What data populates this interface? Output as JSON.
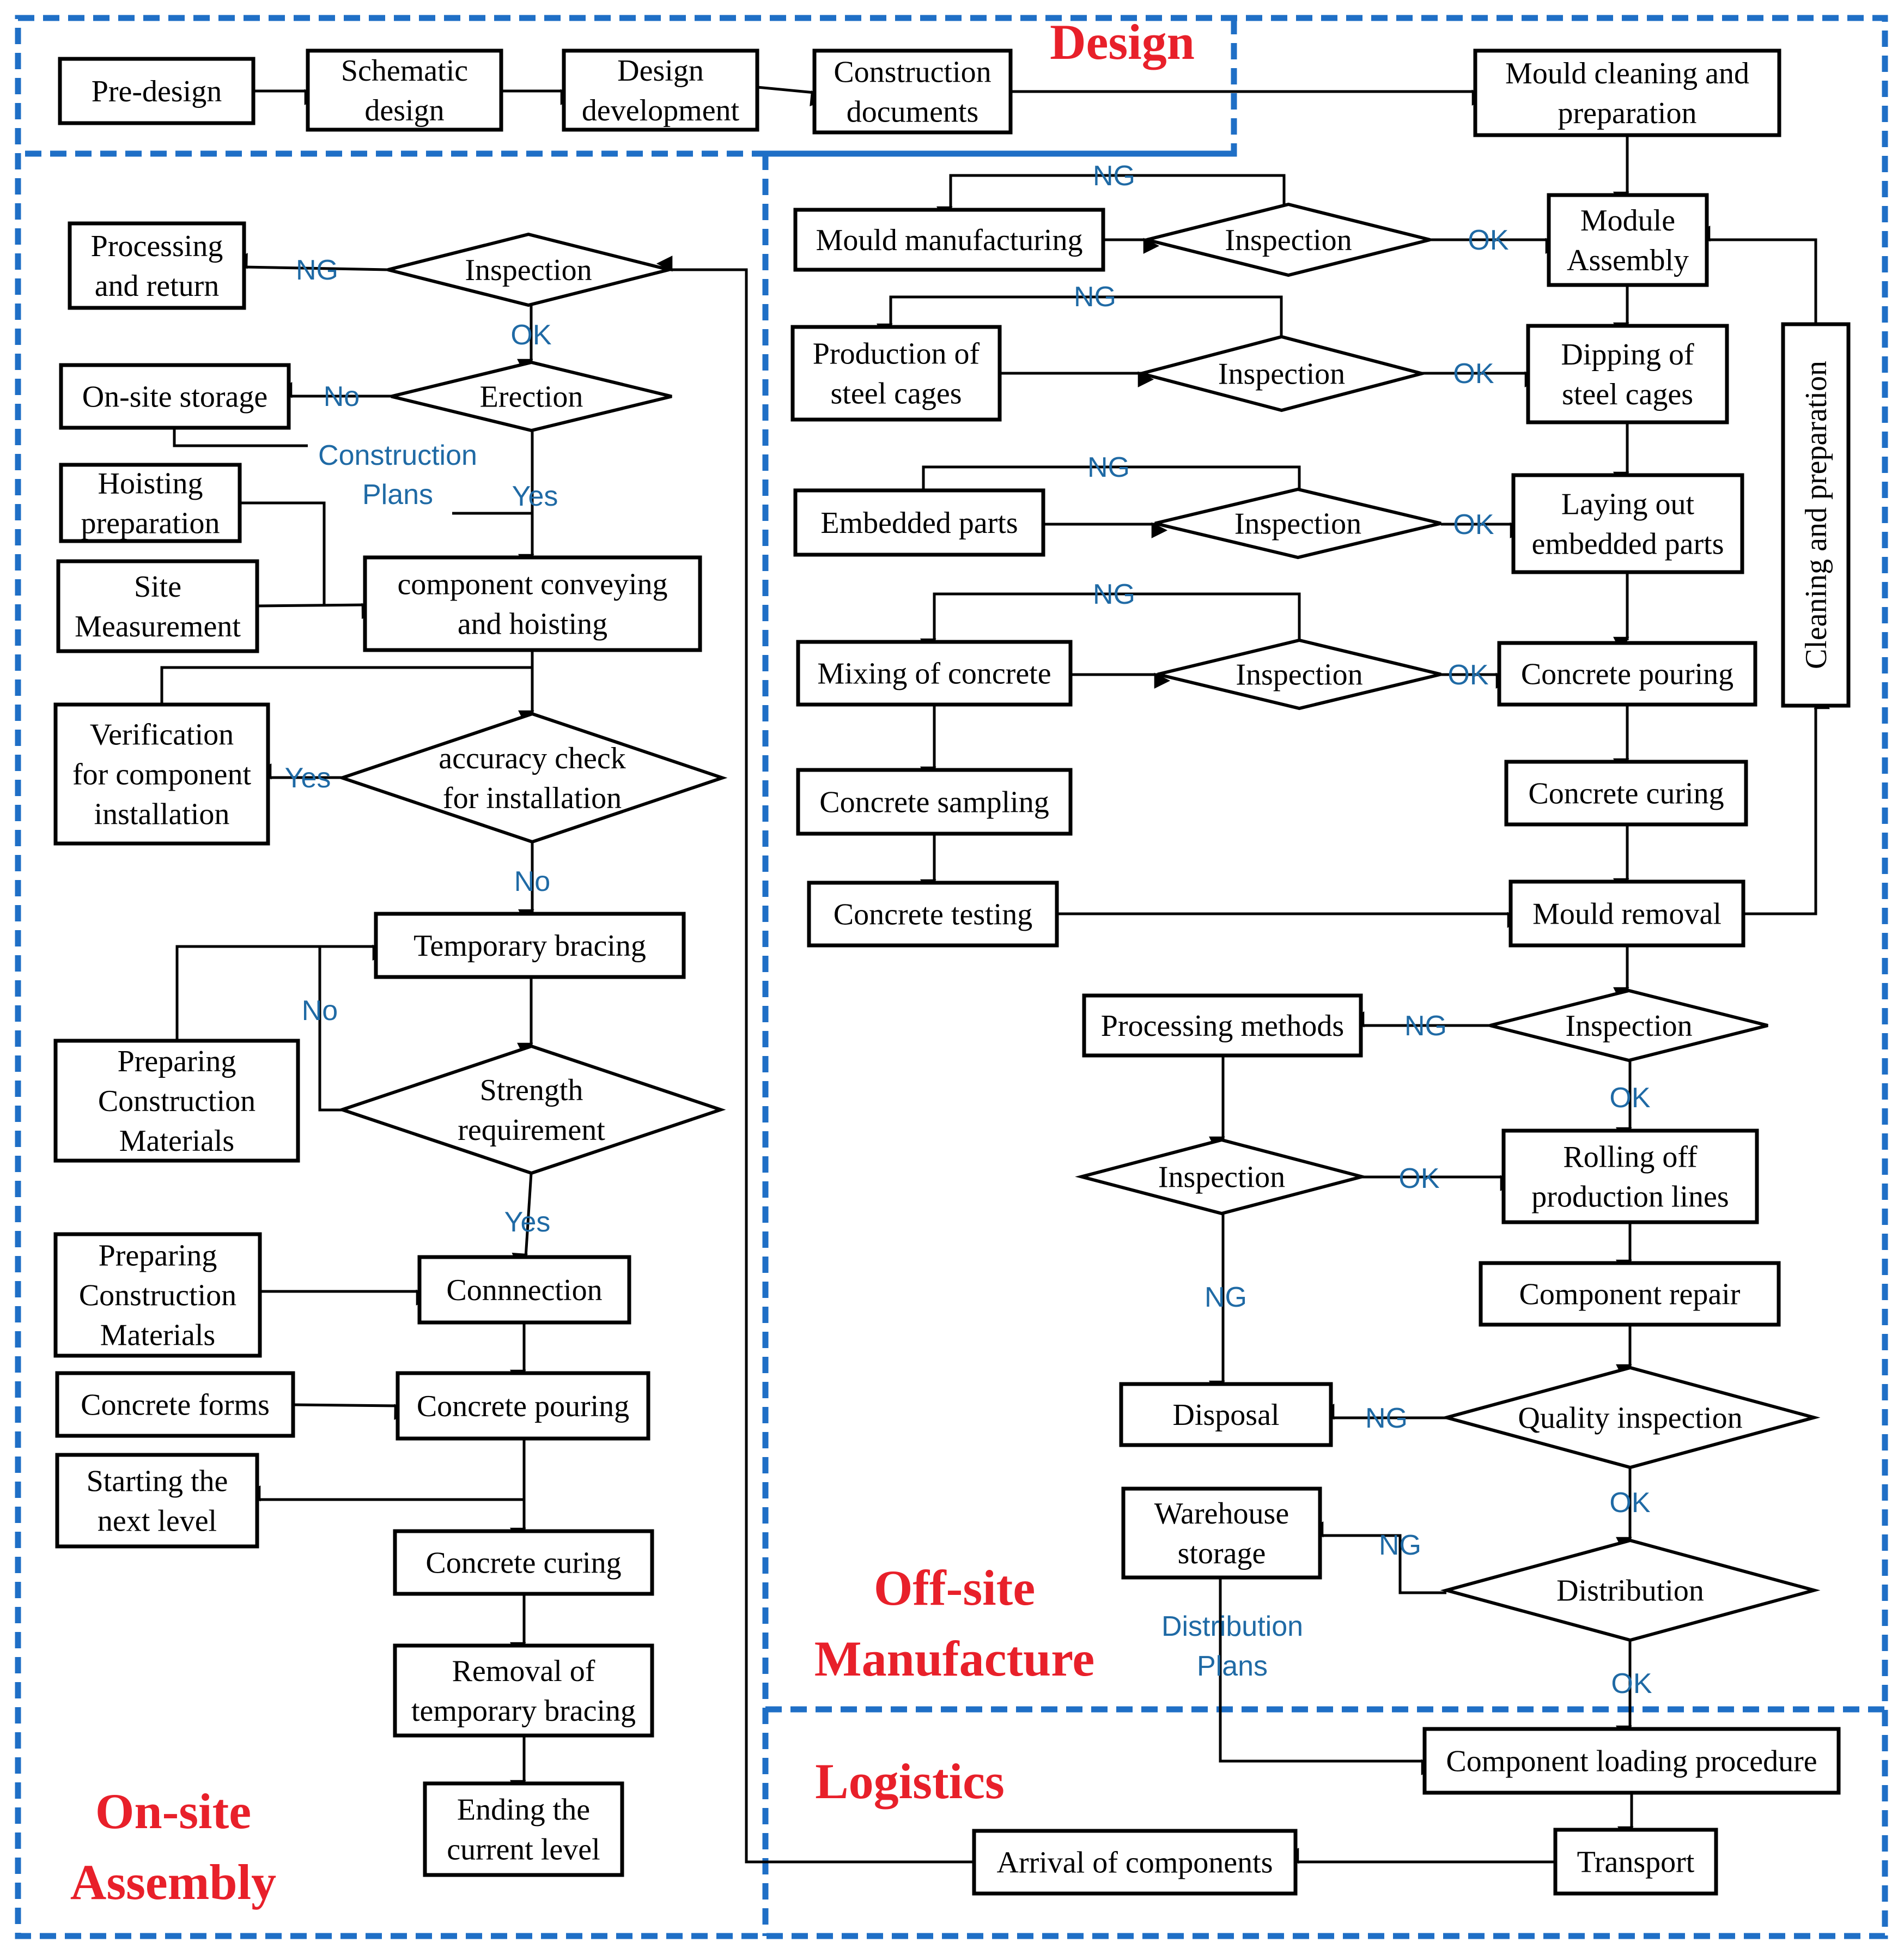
{
  "sections": {
    "design": "Design",
    "offsite_1": "Off-site",
    "offsite_2": "Manufacture",
    "logistics": "Logistics",
    "onsite_1": "On-site",
    "onsite_2": "Assembly"
  },
  "nodes": {
    "predesign": [
      "Pre-design"
    ],
    "schematic": [
      "Schematic",
      "design"
    ],
    "designdev": [
      "Design",
      "development"
    ],
    "constdocs": [
      "Construction",
      "documents"
    ],
    "mouldclean": [
      "Mould cleaning and",
      "preparation"
    ],
    "mouldmfg": [
      "Mould manufacturing"
    ],
    "insp_mould": [
      "Inspection"
    ],
    "moduleasm": [
      "Module",
      "Assembly"
    ],
    "steelprod": [
      "Production of",
      "steel cages"
    ],
    "insp_steel": [
      "Inspection"
    ],
    "dipping": [
      "Dipping of",
      "steel cages"
    ],
    "embedded": [
      "Embedded parts"
    ],
    "insp_embed": [
      "Inspection"
    ],
    "layingout": [
      "Laying out",
      "embedded parts"
    ],
    "mixing": [
      "Mixing of concrete"
    ],
    "insp_mix": [
      "Inspection"
    ],
    "pouring_off": [
      "Concrete pouring"
    ],
    "sampling": [
      "Concrete sampling"
    ],
    "curing_off": [
      "Concrete curing"
    ],
    "testing": [
      "Concrete testing"
    ],
    "mouldremoval": [
      "Mould removal"
    ],
    "cleanprep": [
      "Cleaning and preparation"
    ],
    "procmethods": [
      "Processing methods"
    ],
    "insp_removal": [
      "Inspection"
    ],
    "insp_proc": [
      "Inspection"
    ],
    "rolling": [
      "Rolling off",
      "production lines"
    ],
    "repair": [
      "Component repair"
    ],
    "disposal": [
      "Disposal"
    ],
    "qualinsp": [
      "Quality inspection"
    ],
    "warehouse": [
      "Warehouse",
      "storage"
    ],
    "distribution": [
      "Distribution"
    ],
    "loading": [
      "Component loading procedure"
    ],
    "transport": [
      "Transport"
    ],
    "arrival": [
      "Arrival of components"
    ],
    "procreturn": [
      "Processing",
      "and return"
    ],
    "insp_onsite": [
      "Inspection"
    ],
    "onsitestorage": [
      "On-site storage"
    ],
    "erection": [
      "Erection"
    ],
    "hoistprep": [
      "Hoisting",
      "preparation"
    ],
    "sitemeas": [
      "Site",
      "Measurement"
    ],
    "conveying": [
      "component conveying",
      "and hoisting"
    ],
    "verification": [
      "Verification",
      "for component",
      "installation"
    ],
    "accuracy": [
      "accuracy check",
      "for installation"
    ],
    "tempbracing": [
      "Temporary bracing"
    ],
    "prepmat1": [
      "Preparing",
      "Construction",
      "Materials"
    ],
    "strength": [
      "Strength",
      "requirement"
    ],
    "prepmat2": [
      "Preparing",
      "Construction",
      "Materials"
    ],
    "connection": [
      "Connnection"
    ],
    "forms": [
      "Concrete forms"
    ],
    "pouring_on": [
      "Concrete pouring"
    ],
    "nextlevel": [
      "Starting the",
      "next level"
    ],
    "curing_on": [
      "Concrete curing"
    ],
    "removalbrace": [
      "Removal of",
      "temporary bracing"
    ],
    "endlevel": [
      "Ending the",
      "current level"
    ]
  },
  "edge_labels": {
    "mould_ng": "NG",
    "mould_ok": "OK",
    "steel_ng": "NG",
    "steel_ok": "OK",
    "embed_ng": "NG",
    "embed_ok": "OK",
    "mix_ng": "NG",
    "mix_ok": "OK",
    "removal_ng": "NG",
    "removal_ok": "OK",
    "proc_ok": "OK",
    "proc_ng": "NG",
    "qual_ng": "NG",
    "qual_ok": "OK",
    "dist_ng": "NG",
    "dist_ok": "OK",
    "dist_plans_1": "Distribution",
    "dist_plans_2": "Plans",
    "onsite_ng": "NG",
    "onsite_ok": "OK",
    "erection_no": "No",
    "erection_yes": "Yes",
    "const_plans_1": "Construction",
    "const_plans_2": "Plans",
    "accuracy_yes": "Yes",
    "accuracy_no": "No",
    "strength_no": "No",
    "strength_yes": "Yes"
  },
  "colors": {
    "zone_border": "#1f6fc6",
    "section_title": "#e8202a",
    "edge_label": "#1f6aa5"
  }
}
